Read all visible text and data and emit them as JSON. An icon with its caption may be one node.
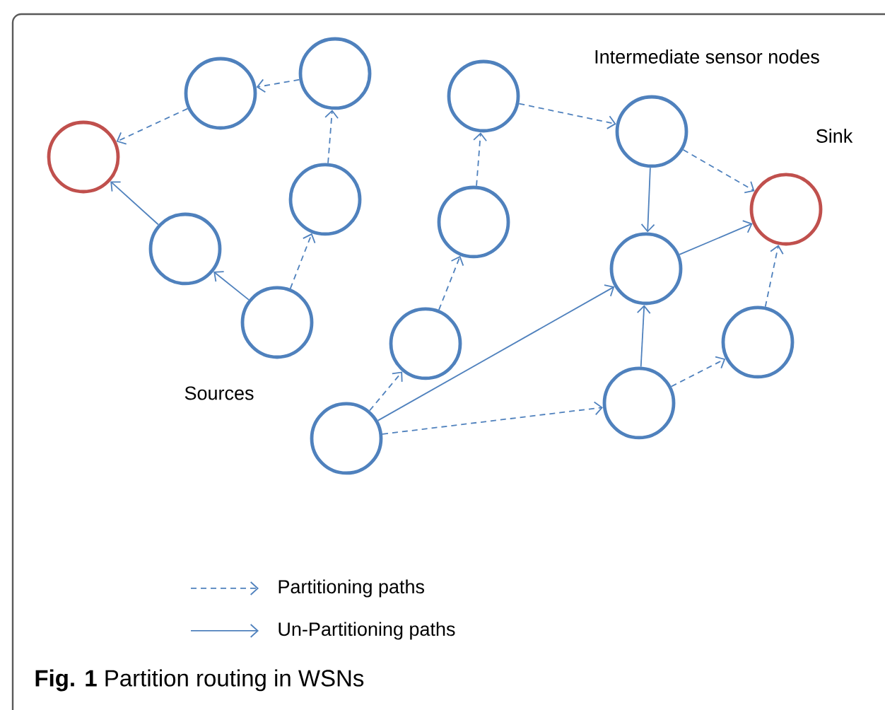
{
  "diagram": {
    "caption": "**Fig. 1** Partition routing in WSNs",
    "nodes": [
      {
        "text": [],
        "shape": "circle"
      },
      {
        "text": [],
        "shape": "circle"
      },
      {
        "text": [],
        "shape": "circle"
      },
      {
        "text": [],
        "shape": "circle"
      },
      {
        "text": [],
        "shape": "circle"
      },
      {
        "text": [],
        "shape": "circle"
      },
      {
        "text": [],
        "shape": "circle"
      },
      {
        "text": [],
        "shape": "circle"
      },
      {
        "text": [],
        "shape": "circle"
      },
      {
        "text": [],
        "shape": "circle"
      },
      {
        "text": [],
        "shape": "circle"
      },
      {
        "text": [],
        "shape": "circle"
      },
      {
        "text": [],
        "shape": "circle"
      },
      {
        "text": [],
        "shape": "circle"
      },
      {
        "text": [],
        "shape": "circle"
      }
    ],
    "edges": [
      {
        "from": 5,
        "to": 2,
        "arrow": "to",
        "style": "dashed"
      },
      {
        "from": 2,
        "to": 0,
        "arrow": "to",
        "style": "dashed"
      },
      {
        "from": 4,
        "to": 5,
        "arrow": "to",
        "style": "dashed"
      },
      {
        "from": 3,
        "to": 4,
        "arrow": "to",
        "style": "dashed"
      },
      {
        "from": 1,
        "to": 0,
        "arrow": "to"
      },
      {
        "from": 3,
        "to": 1,
        "arrow": "to"
      },
      {
        "from": 9,
        "to": 12,
        "arrow": "to",
        "style": "dashed"
      },
      {
        "from": 8,
        "to": 9,
        "arrow": "to",
        "style": "dashed"
      },
      {
        "from": 7,
        "to": 8,
        "arrow": "to",
        "style": "dashed"
      },
      {
        "from": 6,
        "to": 7,
        "arrow": "to",
        "style": "dashed"
      },
      {
        "from": 12,
        "to": 14,
        "arrow": "to",
        "style": "dashed"
      },
      {
        "from": 6,
        "to": 10,
        "arrow": "to",
        "style": "dashed"
      },
      {
        "from": 10,
        "to": 13,
        "arrow": "to",
        "style": "dashed"
      },
      {
        "from": 13,
        "to": 14,
        "arrow": "to",
        "style": "dashed"
      },
      {
        "from": 6,
        "to": 11,
        "arrow": "to"
      },
      {
        "from": 12,
        "to": 11,
        "arrow": "to"
      },
      {
        "from": 10,
        "to": 11,
        "arrow": "to"
      },
      {
        "from": 11,
        "to": 14,
        "arrow": "to"
      }
    ],
    "labels": [
      "Intermediate sensor nodes",
      "Sink",
      "Sources"
    ],
    "legend": [
      {
        "text": "Partitioning paths"
      },
      {
        "text": "Un-Partitioning paths"
      }
    ]
  }
}
